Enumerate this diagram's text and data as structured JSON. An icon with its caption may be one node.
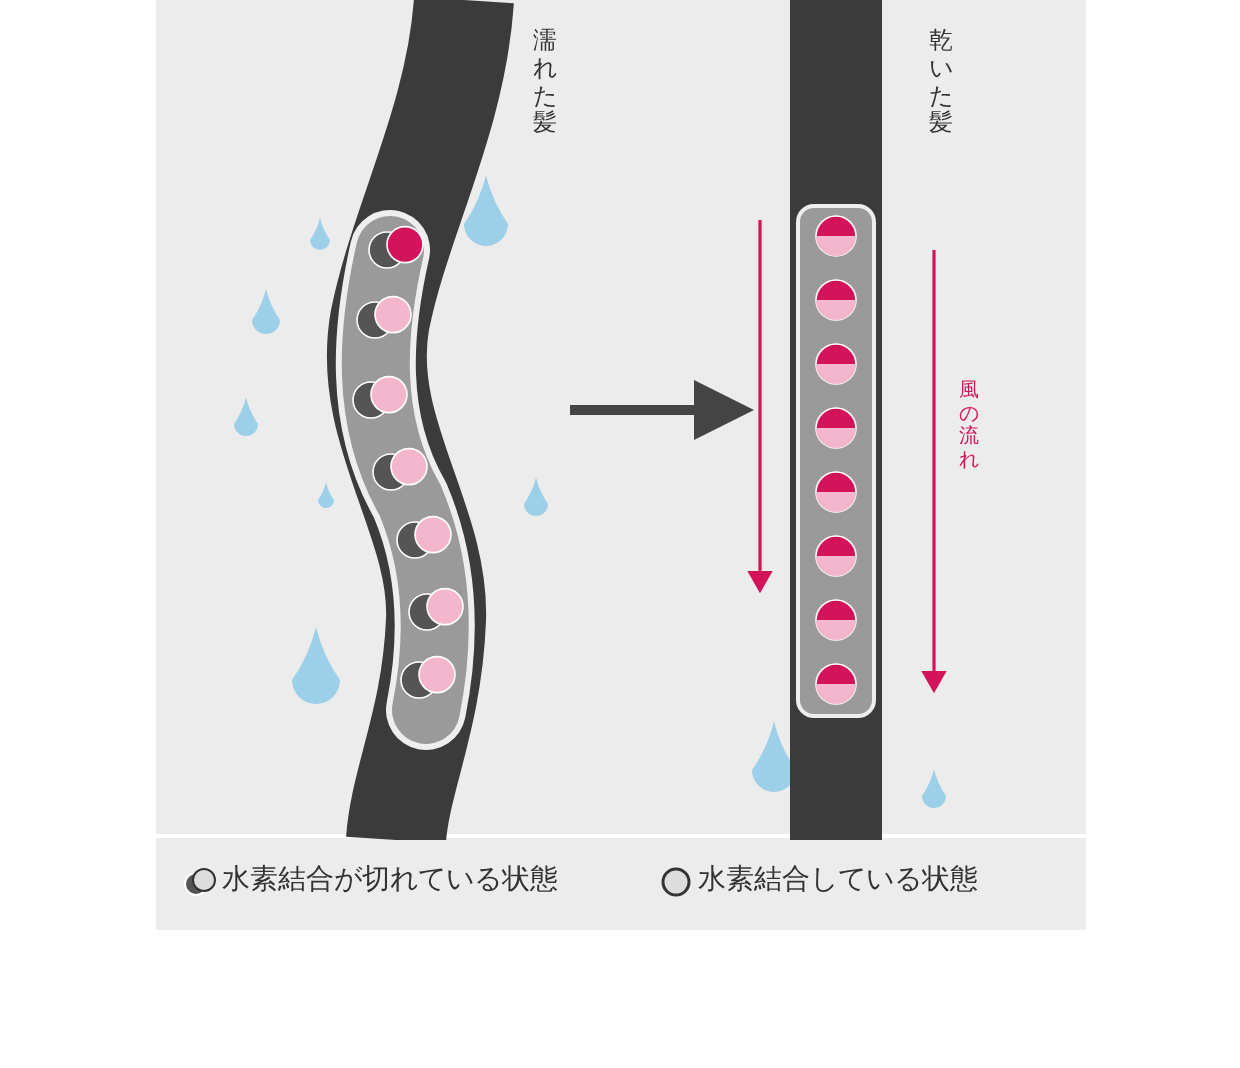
{
  "diagram": {
    "nodes": [
      {
        "text": [
          "濡れた髪"
        ]
      },
      {
        "text": [
          "乾いた髪"
        ]
      }
    ],
    "edges": [
      {
        "from": 0,
        "to": 1,
        "arrow": "to"
      }
    ],
    "labels": [
      "風の流れ"
    ],
    "legend": [
      {
        "text": "水素結合が切れている状態"
      },
      {
        "text": "水素結合している状態"
      }
    ]
  }
}
